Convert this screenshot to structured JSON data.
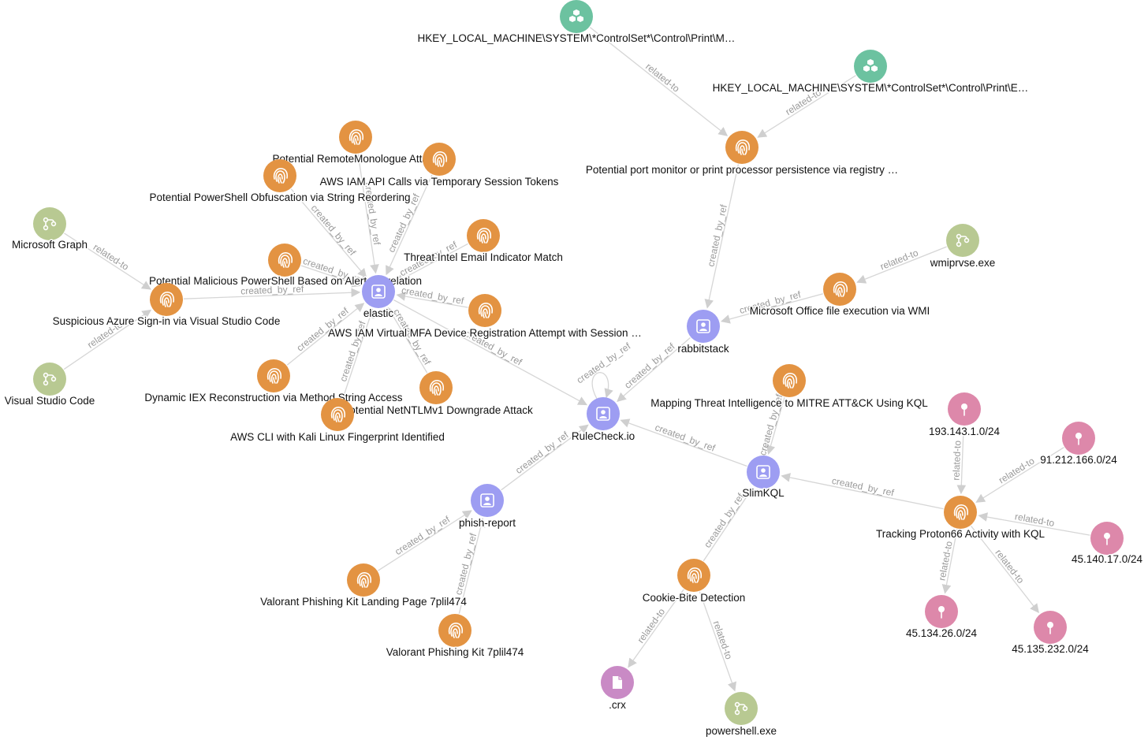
{
  "colors": {
    "indicator": "#e39342",
    "identity": "#9d9df2",
    "windows_registry_key": "#6cc2a0",
    "software": "#b8c992",
    "ipv4": "#dd88aa",
    "file": "#c98ac5",
    "edge": "#d6d6d6"
  },
  "edge_labels": {
    "created_by_ref": "created_by_ref",
    "related_to": "related-to"
  },
  "nodes": [
    {
      "id": "reg1",
      "type": "windows_registry_key",
      "icon": "cubes-icon",
      "label": "HKEY_LOCAL_MACHINE\\SYSTEM\\*ControlSet*\\Control\\Print\\M…"
    },
    {
      "id": "reg2",
      "type": "windows_registry_key",
      "icon": "cubes-icon",
      "label": "HKEY_LOCAL_MACHINE\\SYSTEM\\*ControlSet*\\Control\\Print\\E…"
    },
    {
      "id": "portmon",
      "type": "indicator",
      "icon": "fingerprint-icon",
      "label": "Potential port monitor or print processor persistence via registry …"
    },
    {
      "id": "remotemono",
      "type": "indicator",
      "icon": "fingerprint-icon",
      "label": "Potential RemoteMonologue Attack"
    },
    {
      "id": "awsiam",
      "type": "indicator",
      "icon": "fingerprint-icon",
      "label": "AWS IAM API Calls via Temporary Session Tokens"
    },
    {
      "id": "psobf",
      "type": "indicator",
      "icon": "fingerprint-icon",
      "label": "Potential PowerShell Obfuscation via String Reordering"
    },
    {
      "id": "threatintel",
      "type": "indicator",
      "icon": "fingerprint-icon",
      "label": "Threat Intel Email Indicator Match"
    },
    {
      "id": "malps",
      "type": "indicator",
      "icon": "fingerprint-icon",
      "label": "Potential Malicious PowerShell Based on Alert Correlation"
    },
    {
      "id": "msgraph",
      "type": "software",
      "icon": "flow-icon",
      "label": "Microsoft Graph"
    },
    {
      "id": "azure",
      "type": "indicator",
      "icon": "fingerprint-icon",
      "label": "Suspicious Azure Sign-in via Visual Studio Code"
    },
    {
      "id": "elastic",
      "type": "identity",
      "icon": "user-card-icon",
      "label": "elastic"
    },
    {
      "id": "awsmfa",
      "type": "indicator",
      "icon": "fingerprint-icon",
      "label": "AWS IAM Virtual MFA Device Registration Attempt with Session …"
    },
    {
      "id": "vscode",
      "type": "software",
      "icon": "flow-icon",
      "label": "Visual Studio Code"
    },
    {
      "id": "dyniex",
      "type": "indicator",
      "icon": "fingerprint-icon",
      "label": "Dynamic IEX Reconstruction via Method String Access"
    },
    {
      "id": "ntlm",
      "type": "indicator",
      "icon": "fingerprint-icon",
      "label": "Potential NetNTLMv1 Downgrade Attack"
    },
    {
      "id": "kali",
      "type": "indicator",
      "icon": "fingerprint-icon",
      "label": "AWS CLI with Kali Linux Fingerprint Identified"
    },
    {
      "id": "wmiprvse",
      "type": "software",
      "icon": "flow-icon",
      "label": "wmiprvse.exe"
    },
    {
      "id": "msoffice",
      "type": "indicator",
      "icon": "fingerprint-icon",
      "label": "Microsoft Office file execution via WMI"
    },
    {
      "id": "rabbitstack",
      "type": "identity",
      "icon": "user-card-icon",
      "label": "rabbitstack"
    },
    {
      "id": "mitre",
      "type": "indicator",
      "icon": "fingerprint-icon",
      "label": "Mapping Threat Intelligence to MITRE ATT&CK Using KQL"
    },
    {
      "id": "rulecheck",
      "type": "identity",
      "icon": "user-card-icon",
      "label": "RuleCheck.io"
    },
    {
      "id": "ip1",
      "type": "ipv4",
      "icon": "pin-icon",
      "label": "193.143.1.0/24"
    },
    {
      "id": "ip2",
      "type": "ipv4",
      "icon": "pin-icon",
      "label": "91.212.166.0/24"
    },
    {
      "id": "slimkql",
      "type": "identity",
      "icon": "user-card-icon",
      "label": "SlimKQL"
    },
    {
      "id": "phish",
      "type": "identity",
      "icon": "user-card-icon",
      "label": "phish-report"
    },
    {
      "id": "proton",
      "type": "indicator",
      "icon": "fingerprint-icon",
      "label": "Tracking Proton66 Activity with KQL"
    },
    {
      "id": "ip3",
      "type": "ipv4",
      "icon": "pin-icon",
      "label": "45.140.17.0/24"
    },
    {
      "id": "valland",
      "type": "indicator",
      "icon": "fingerprint-icon",
      "label": "Valorant Phishing Kit Landing Page 7plil474"
    },
    {
      "id": "cookie",
      "type": "indicator",
      "icon": "fingerprint-icon",
      "label": "Cookie-Bite Detection"
    },
    {
      "id": "ip4",
      "type": "ipv4",
      "icon": "pin-icon",
      "label": "45.134.26.0/24"
    },
    {
      "id": "ip5",
      "type": "ipv4",
      "icon": "pin-icon",
      "label": "45.135.232.0/24"
    },
    {
      "id": "valkit",
      "type": "indicator",
      "icon": "fingerprint-icon",
      "label": "Valorant Phishing Kit 7plil474"
    },
    {
      "id": "crx",
      "type": "file",
      "icon": "file-icon",
      "label": ".crx"
    },
    {
      "id": "powershell",
      "type": "software",
      "icon": "flow-icon",
      "label": "powershell.exe"
    }
  ],
  "edges": [
    {
      "from": "reg1",
      "to": "portmon",
      "kind": "related_to"
    },
    {
      "from": "reg2",
      "to": "portmon",
      "kind": "related_to"
    },
    {
      "from": "portmon",
      "to": "rabbitstack",
      "kind": "created_by_ref"
    },
    {
      "from": "wmiprvse",
      "to": "msoffice",
      "kind": "related_to"
    },
    {
      "from": "msoffice",
      "to": "rabbitstack",
      "kind": "created_by_ref"
    },
    {
      "from": "rabbitstack",
      "to": "rulecheck",
      "kind": "created_by_ref"
    },
    {
      "from": "remotemono",
      "to": "elastic",
      "kind": "created_by_ref"
    },
    {
      "from": "awsiam",
      "to": "elastic",
      "kind": "created_by_ref"
    },
    {
      "from": "psobf",
      "to": "elastic",
      "kind": "created_by_ref"
    },
    {
      "from": "threatintel",
      "to": "elastic",
      "kind": "created_by_ref"
    },
    {
      "from": "malps",
      "to": "elastic",
      "kind": "created_by_ref"
    },
    {
      "from": "azure",
      "to": "elastic",
      "kind": "created_by_ref"
    },
    {
      "from": "awsmfa",
      "to": "elastic",
      "kind": "created_by_ref"
    },
    {
      "from": "dyniex",
      "to": "elastic",
      "kind": "created_by_ref"
    },
    {
      "from": "ntlm",
      "to": "elastic",
      "kind": "created_by_ref"
    },
    {
      "from": "kali",
      "to": "elastic",
      "kind": "created_by_ref"
    },
    {
      "from": "msgraph",
      "to": "azure",
      "kind": "related_to"
    },
    {
      "from": "vscode",
      "to": "azure",
      "kind": "related_to"
    },
    {
      "from": "elastic",
      "to": "rulecheck",
      "kind": "created_by_ref"
    },
    {
      "from": "rulecheck",
      "to": "rulecheck",
      "kind": "created_by_ref"
    },
    {
      "from": "phish",
      "to": "rulecheck",
      "kind": "created_by_ref"
    },
    {
      "from": "slimkql",
      "to": "rulecheck",
      "kind": "created_by_ref"
    },
    {
      "from": "valland",
      "to": "phish",
      "kind": "created_by_ref"
    },
    {
      "from": "valkit",
      "to": "phish",
      "kind": "created_by_ref"
    },
    {
      "from": "mitre",
      "to": "slimkql",
      "kind": "created_by_ref"
    },
    {
      "from": "proton",
      "to": "slimkql",
      "kind": "created_by_ref"
    },
    {
      "from": "cookie",
      "to": "slimkql",
      "kind": "created_by_ref"
    },
    {
      "from": "ip1",
      "to": "proton",
      "kind": "related_to"
    },
    {
      "from": "ip2",
      "to": "proton",
      "kind": "related_to"
    },
    {
      "from": "ip3",
      "to": "proton",
      "kind": "related_to"
    },
    {
      "from": "proton",
      "to": "ip4",
      "kind": "related_to"
    },
    {
      "from": "proton",
      "to": "ip5",
      "kind": "related_to"
    },
    {
      "from": "cookie",
      "to": "crx",
      "kind": "related_to"
    },
    {
      "from": "cookie",
      "to": "powershell",
      "kind": "related_to"
    }
  ]
}
